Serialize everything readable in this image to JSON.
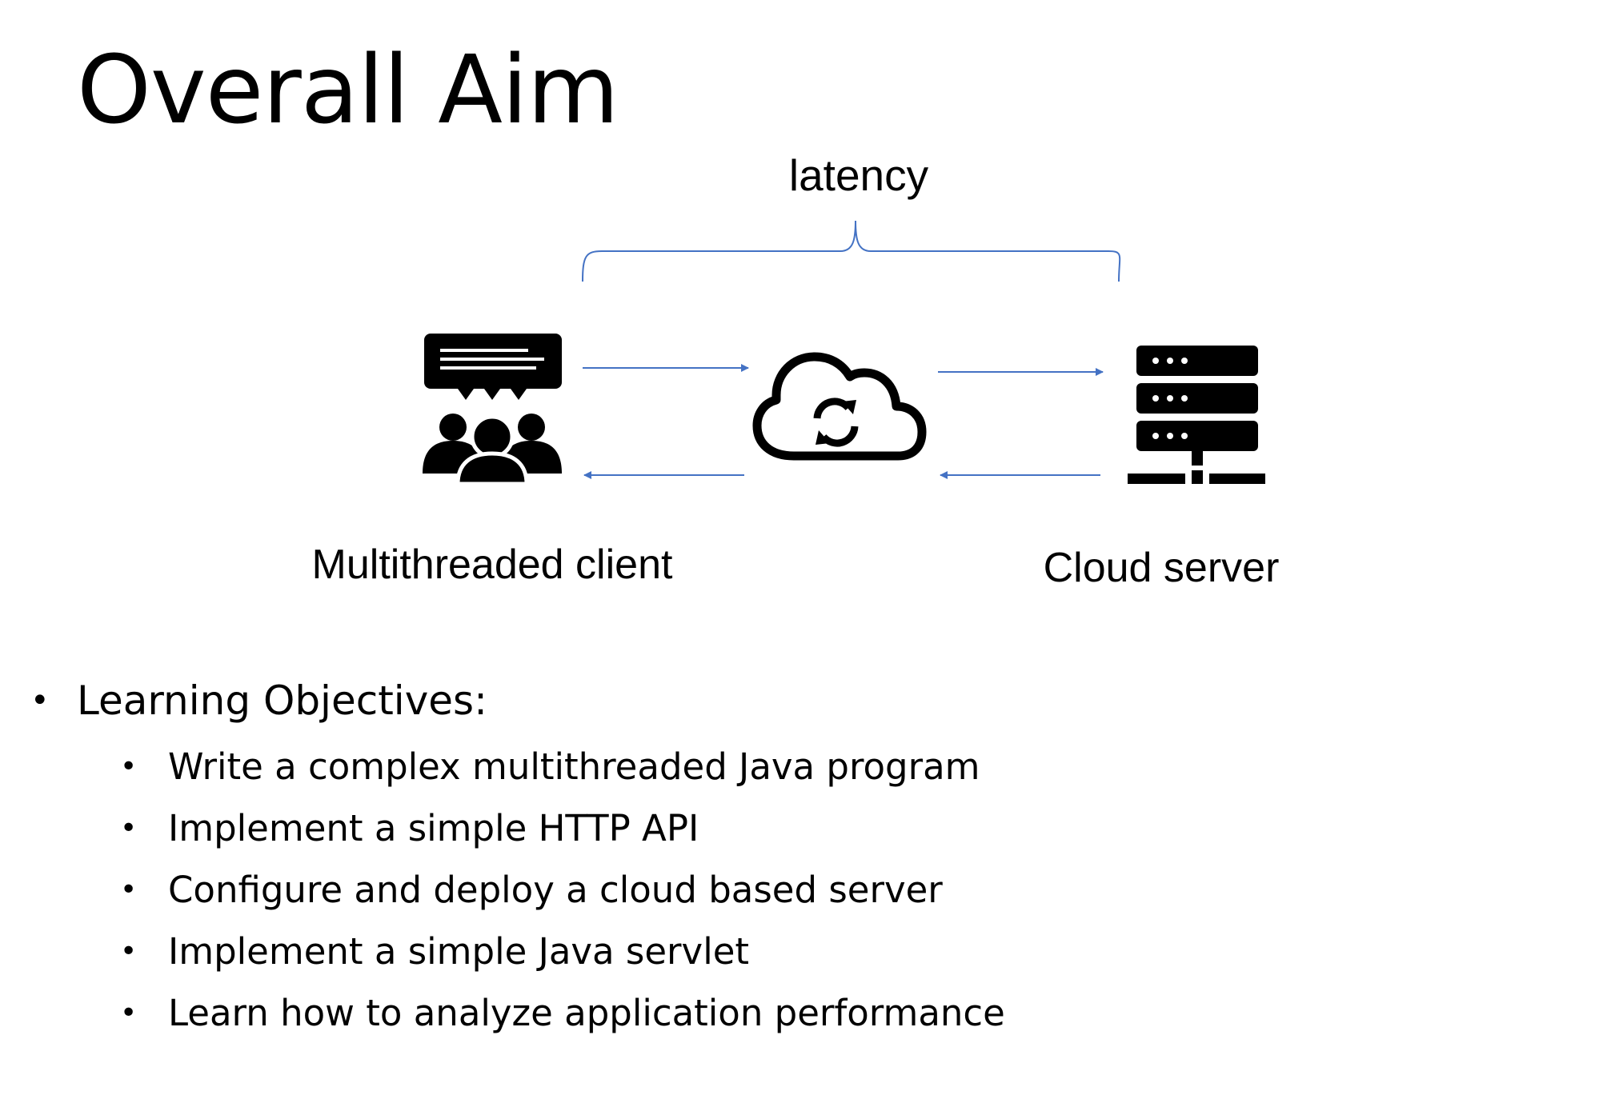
{
  "slide": {
    "title": "Overall Aim"
  },
  "diagram": {
    "latency_label": "latency",
    "client_label": "Multithreaded client",
    "server_label": "Cloud server",
    "arrow_color": "#4472C4",
    "icons": {
      "client": "chat-users-icon",
      "network": "cloud-sync-icon",
      "server": "server-rack-icon"
    }
  },
  "objectives": {
    "heading": "Learning Objectives:",
    "items": [
      "Write a complex multithreaded Java program",
      "Implement a simple HTTP API",
      "Configure and deploy a cloud based server",
      "Implement a simple Java servlet",
      "Learn how to analyze application performance"
    ]
  }
}
